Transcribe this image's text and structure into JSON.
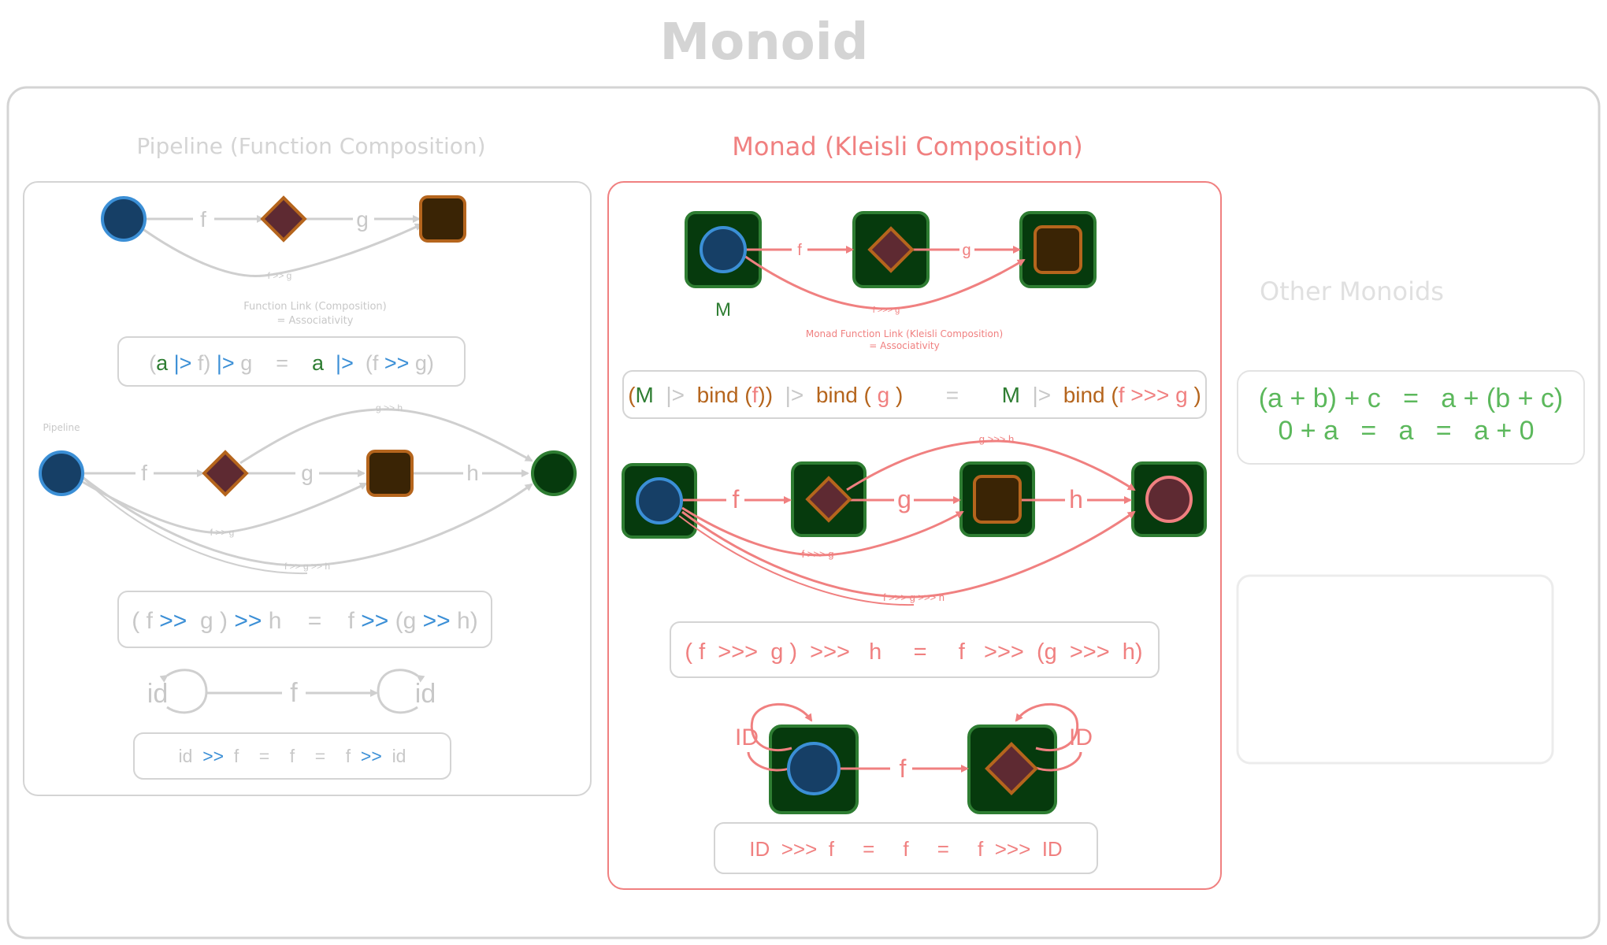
{
  "title": "Monoid",
  "pipeline": {
    "title": "Pipeline (Function Composition)",
    "d1": {
      "f": "f",
      "g": "g",
      "fg": "f >> g",
      "note1": "Function Link (Composition)",
      "note2": "=  Associativity"
    },
    "formula1": [
      {
        "t": "(",
        "c": "gray"
      },
      {
        "t": "a",
        "c": "green"
      },
      {
        "t": " |>",
        "c": "blue"
      },
      {
        "t": " f)",
        "c": "gray"
      },
      {
        "t": " |>",
        "c": "blue"
      },
      {
        "t": " g    =    ",
        "c": "gray"
      },
      {
        "t": "a",
        "c": "green"
      },
      {
        "t": "  |>",
        "c": "blue"
      },
      {
        "t": "  (f ",
        "c": "gray"
      },
      {
        "t": ">>",
        "c": "blue"
      },
      {
        "t": " g)",
        "c": "gray"
      }
    ],
    "side_label": "Pipeline",
    "d2": {
      "f": "f",
      "g": "g",
      "h": "h",
      "gh": "g >> h",
      "fg": "f >> g",
      "fgh": "f >> g >> h"
    },
    "formula2": [
      {
        "t": "( f ",
        "c": "gray"
      },
      {
        "t": ">>",
        "c": "blue"
      },
      {
        "t": "  g )",
        "c": "gray"
      },
      {
        "t": " >>",
        "c": "blue"
      },
      {
        "t": " h    =    f",
        "c": "gray"
      },
      {
        "t": " >>",
        "c": "blue"
      },
      {
        "t": " (g",
        "c": "gray"
      },
      {
        "t": " >>",
        "c": "blue"
      },
      {
        "t": " h)",
        "c": "gray"
      }
    ],
    "d3": {
      "id_left": "id",
      "f": "f",
      "id_right": "id"
    },
    "formula3": [
      {
        "t": "id  ",
        "c": "gray"
      },
      {
        "t": ">>",
        "c": "blue"
      },
      {
        "t": "  f    =    ",
        "c": "gray"
      },
      {
        "t": "f",
        "c": "gray"
      },
      {
        "t": "    =    f  ",
        "c": "gray"
      },
      {
        "t": ">>",
        "c": "blue"
      },
      {
        "t": "  id",
        "c": "gray"
      }
    ]
  },
  "monad": {
    "title": "Monad (Kleisli Composition)",
    "d1": {
      "f": "f",
      "g": "g",
      "fg": "f >>> g",
      "m_label": "M",
      "note1": "Monad Function Link (Kleisli Composition)",
      "note2": "=  Associativity"
    },
    "formula1": [
      {
        "t": "(",
        "c": "orange"
      },
      {
        "t": "M",
        "c": "green"
      },
      {
        "t": "  |>  ",
        "c": "gray"
      },
      {
        "t": "bind",
        "c": "orange"
      },
      {
        "t": " (",
        "c": "orange"
      },
      {
        "t": "f",
        "c": "red"
      },
      {
        "t": "))",
        "c": "orange"
      },
      {
        "t": "  |>  ",
        "c": "gray"
      },
      {
        "t": "bind",
        "c": "orange"
      },
      {
        "t": " ( ",
        "c": "orange"
      },
      {
        "t": "g",
        "c": "red"
      },
      {
        "t": " )",
        "c": "orange"
      },
      {
        "t": "       =       ",
        "c": "gray"
      },
      {
        "t": "M",
        "c": "green"
      },
      {
        "t": "  |>  ",
        "c": "gray"
      },
      {
        "t": "bind",
        "c": "orange"
      },
      {
        "t": " (",
        "c": "orange"
      },
      {
        "t": "f >>> g",
        "c": "red"
      },
      {
        "t": " )",
        "c": "orange"
      }
    ],
    "d2": {
      "f": "f",
      "g": "g",
      "h": "h",
      "gh": "g >>> h",
      "fg": "f >>> g",
      "fgh": "f >>>  g  >>>  h"
    },
    "formula2": [
      {
        "t": "( f  >>>  g )  >>>   h     =     f   >>>  (g  >>>  h)",
        "c": "red"
      }
    ],
    "d3": {
      "id_left": "ID",
      "f": "f",
      "id_right": "ID"
    },
    "formula3": [
      {
        "t": "ID  >>>  f     =     f     =     f  >>>  ID",
        "c": "red"
      }
    ]
  },
  "other": {
    "title": "Other Monoids",
    "line1": "(a + b) + c   =   a + (b + c)",
    "line2": "0 + a   =   a   =   a + 0"
  },
  "colors": {
    "gray": "#c8c8c8",
    "blue": "#3b8fd6",
    "green": "#2e7d32",
    "red": "#f08080",
    "orange": "#b5651d",
    "light_green": "#5cb85c",
    "dark_green_fill": "#063a0d",
    "node_blue": "#163f66",
    "node_diamond": "#5e2a32",
    "node_square": "#3a2405"
  }
}
